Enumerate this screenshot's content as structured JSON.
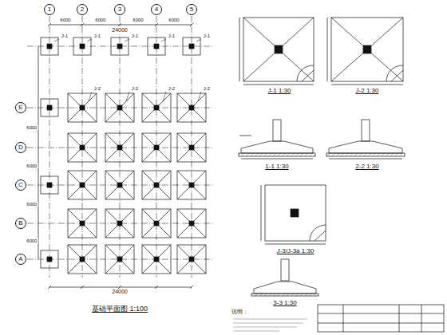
{
  "diagram": {
    "nodes": [
      {
        "text": [
          "1"
        ]
      },
      {
        "text": [
          "2"
        ]
      },
      {
        "text": [
          "3"
        ]
      },
      {
        "text": [
          "4"
        ]
      },
      {
        "text": [
          "5"
        ]
      },
      {
        "text": [
          "E"
        ]
      },
      {
        "text": [
          "D"
        ]
      },
      {
        "text": [
          "C"
        ]
      },
      {
        "text": [
          "B"
        ]
      },
      {
        "text": [
          "A"
        ]
      }
    ],
    "edges": [],
    "labels": [
      "24000",
      "6000",
      "6000",
      "6000",
      "6000",
      "24000",
      "基础平面图 1:100",
      "6000",
      "6000",
      "6000",
      "6000",
      "J-1 1:30",
      "J-2 1:30",
      "1-1 1:30",
      "2-2 1:30",
      "J-3/J-3a 1:30",
      "3-3 1:30",
      "说明：",
      "J-1",
      "J-1",
      "J-1",
      "J-1",
      "J-1",
      "J-2",
      "J-2",
      "J-2",
      "J-2"
    ]
  }
}
